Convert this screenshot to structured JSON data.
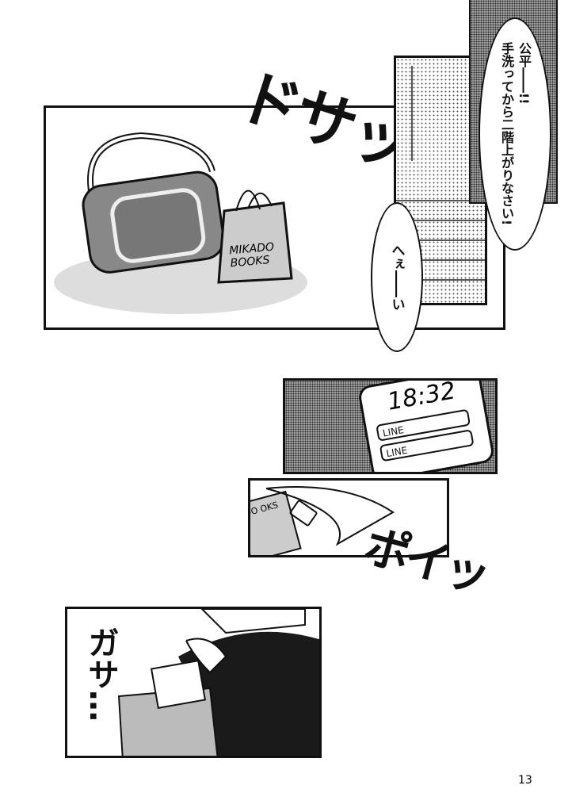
{
  "panel1": {
    "sfx": "ドサッ",
    "bag_label_line1": "MIKADO",
    "bag_label_line2": "BOOKS"
  },
  "bubble_mother": {
    "line1": "公平――!!",
    "line2": "手洗ってから二階上がりなさい!"
  },
  "bubble_reply": {
    "text": "へぇ――い"
  },
  "panel2": {
    "time": "18:32",
    "notifications": [
      "LINE",
      "LINE"
    ]
  },
  "panel3": {
    "sfx": "ポイッ",
    "bag_label": "DO OKS"
  },
  "panel4": {
    "sfx": "ガサ…"
  },
  "page_number": "13"
}
